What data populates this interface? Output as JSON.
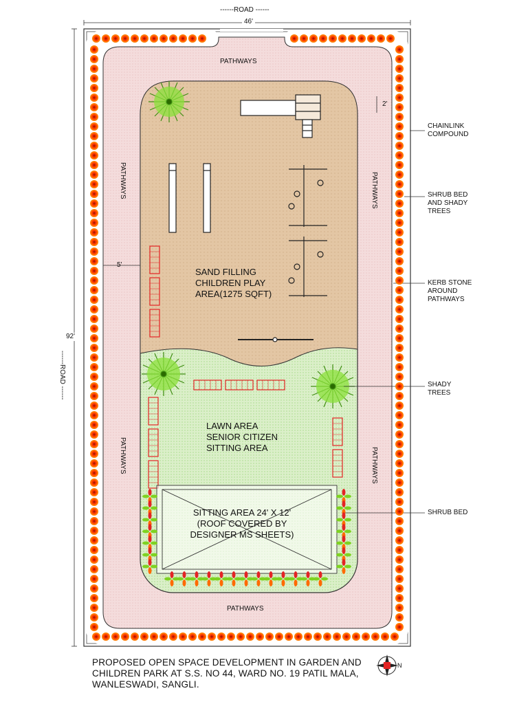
{
  "dimensions": {
    "top_road": "------ROAD ------",
    "width": "46'",
    "length": "92'",
    "left_road": "------ROAD ------",
    "path_width": "5'",
    "kerb_width": "2'"
  },
  "pathways": {
    "top": "PATHWAYS",
    "bottom": "PATHWAYS",
    "left_upper": "PATHWAYS",
    "left_lower": "PATHWAYS",
    "right_upper": "PATHWAYS",
    "right_lower": "PATHWAYS"
  },
  "areas": {
    "play_area": "SAND FILLING\nCHILDREN PLAY\nAREA(1275 SQFT)",
    "lawn_area": "LAWN AREA\nSENIOR CITIZEN\nSITTING AREA",
    "sitting_area": "SITTING AREA 24' X 12'\n(ROOF COVERED BY\nDESIGNER MS SHEETS)"
  },
  "legend": [
    {
      "label": "CHAINLINK\nCOMPOUND"
    },
    {
      "label": "SHRUB BED\nAND SHADY\nTREES"
    },
    {
      "label": "KERB STONE\nAROUND\nPATHWAYS"
    },
    {
      "label": "SHADY\nTREES"
    },
    {
      "label": "SHRUB BED"
    }
  ],
  "title": "PROPOSED OPEN SPACE DEVELOPMENT IN GARDEN AND\nCHILDREN PARK AT S.S. NO 44, WARD NO. 19 PATIL MALA,\nWANLESWADI, SANGLI.",
  "north_arrow_letter": "N",
  "colors": {
    "pathway": "#f4dcdc",
    "sand": "#e3c6a4",
    "lawn": "#dbefc9",
    "bench": "#e32424",
    "shrub": "#ff6a00",
    "tree": "#7ed321"
  }
}
